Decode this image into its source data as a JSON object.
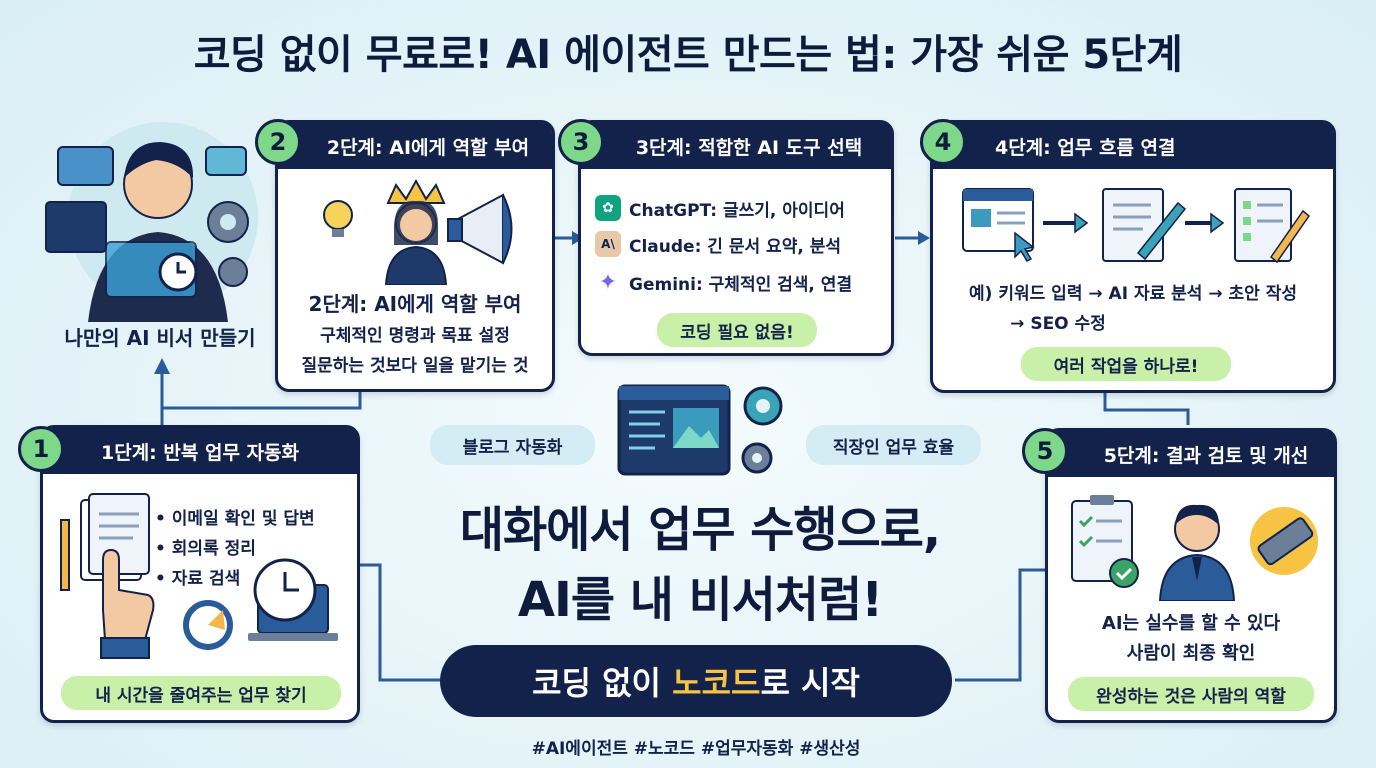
{
  "title": "코딩 없이 무료로! AI 에이전트 만드는 법: 가장 쉬운 5단계",
  "intro": {
    "caption": "나만의 AI 비서 만들기"
  },
  "step1": {
    "number": "1",
    "header": "1단계: 반복 업무 자동화",
    "bullets": [
      "• 이메일 확인 및 답변",
      "• 회의록 정리",
      "• 자료 검색"
    ],
    "pill": "내 시간을 줄여주는 업무 찾기"
  },
  "step2": {
    "number": "2",
    "header": "2단계: AI에게 역할 부여",
    "subtitle": "2단계: AI에게 역할 부여",
    "line1": "구체적인 명령과 목표 설정",
    "line2": "질문하는 것보다 일을 맡기는 것"
  },
  "step3": {
    "number": "3",
    "header": "3단계: 적합한 AI 도구 선택",
    "tools": [
      {
        "icon": "chatgpt-icon",
        "glyph": "✿",
        "text": "ChatGPT: 글쓰기, 아이디어"
      },
      {
        "icon": "claude-icon",
        "glyph": "A\\",
        "text": "Claude: 긴 문서 요약, 분석"
      },
      {
        "icon": "gemini-icon",
        "glyph": "✦",
        "text": "Gemini: 구체적인 검색, 연결"
      }
    ],
    "pill": "코딩 필요 없음!"
  },
  "step4": {
    "number": "4",
    "header": "4단계: 업무 흐름 연결",
    "example_line1": "예) 키워드 입력 → AI 자료 분석 → 초안 작성",
    "example_line2": "→ SEO 수정",
    "pill": "여러 작업을 하나로!"
  },
  "step5": {
    "number": "5",
    "header": "5단계: 결과 검토 및 개선",
    "line1": "AI는 실수를 할 수 있다",
    "line2": "사람이 최종 확인",
    "pill": "완성하는 것은 사람의 역할"
  },
  "center": {
    "bubble_left": "블로그 자동화",
    "bubble_right": "직장인 업무 효율",
    "headline1": "대화에서 업무 수행으로,",
    "headline2": "AI를 내 비서처럼!",
    "banner_pre": "코딩 없이 ",
    "banner_highlight": "노코드",
    "banner_post": "로 시작"
  },
  "hashtags": "#AI에이전트 #노코드 #업무자동화 #생산성",
  "colors": {
    "navy": "#13224a",
    "green_badge": "#7ed88a",
    "pill_green": "#c9f0a8",
    "highlight_yellow": "#f6c343",
    "connector_blue": "#2a5c9a"
  }
}
